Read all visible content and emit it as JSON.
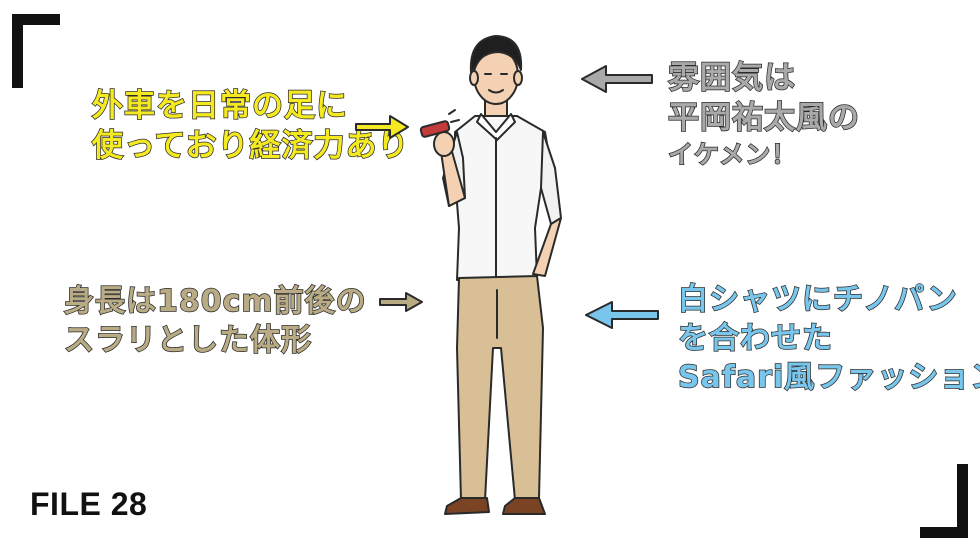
{
  "captions": {
    "car": {
      "lines": [
        "外車を日常の足に",
        "使っており経済力あり"
      ]
    },
    "height": {
      "lines": [
        "身長は180cm前後の",
        "スラリとした体形"
      ]
    },
    "mood": {
      "lines": [
        "雰囲気は",
        "平岡祐太風の",
        "イケメン！"
      ]
    },
    "fashion": {
      "lines": [
        "白シャツにチノパン",
        "を合わせた",
        "Safari風ファッション"
      ]
    }
  },
  "file_label": "FILE 28",
  "colors": {
    "car_caption": "#f5ea22",
    "height_caption": "#b9ab84",
    "mood_caption": "#a9a9a9",
    "fashion_caption": "#79c6ec",
    "shirt": "#f7f7f7",
    "pants": "#d8bf96",
    "shoes": "#7a4324",
    "bracket": "#111111"
  }
}
